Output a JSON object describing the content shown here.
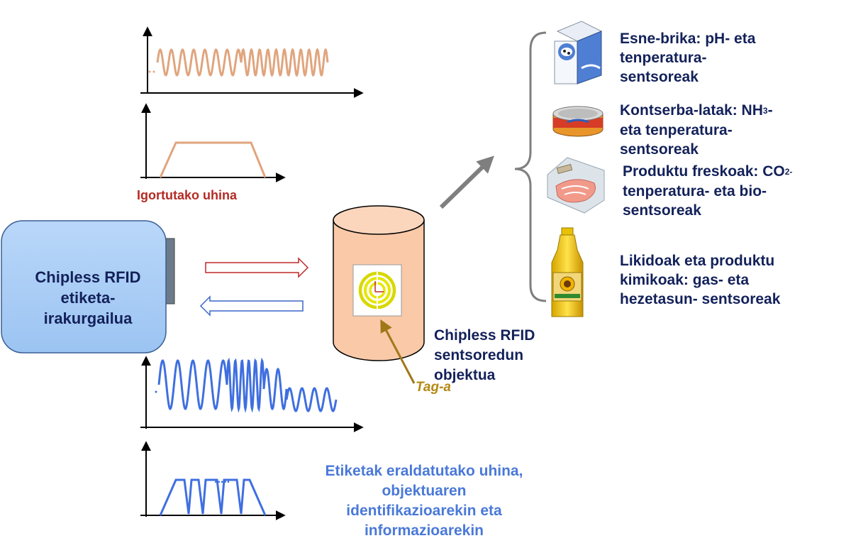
{
  "reader": {
    "lines": [
      "Chipless RFID",
      "etiketa-",
      "irakurgailua"
    ]
  },
  "emitted_wave_label": "Igortutako uhina",
  "object": {
    "lines": [
      "Chipless RFID",
      "sentsoredun",
      "objektua"
    ]
  },
  "tag_label": "Tag-a",
  "modulated_wave": {
    "lines": [
      "Etiketak eraldatutako uhina,",
      "objektuaren",
      "identifikazioarekin eta",
      "informazioarekin"
    ],
    "dots": "....."
  },
  "sensors": {
    "milk": {
      "l1": "Esne-brika: pH- eta",
      "l2": "tenperatura-",
      "l3": "sentsoreak",
      "icon": "milk-carton-icon"
    },
    "cans": {
      "l1a": "Kontserba-latak: NH",
      "l1sub": "3",
      "l1b": "-",
      "l2": "eta tenperatura-",
      "l3": "sentsoreak",
      "icon": "tin-can-icon"
    },
    "fresh": {
      "l1a": "Produktu freskoak: CO",
      "l1sub": "2-",
      "l2": "tenperatura- eta bio-",
      "l3": "sentsoreak",
      "icon": "fresh-meat-tray-icon"
    },
    "liquids": {
      "l1": "Likidoak eta produktu",
      "l2": "kimikoak: gas- eta",
      "l3": "hezetasun- sentsoreak",
      "icon": "oil-bottle-icon"
    }
  },
  "colors": {
    "reader_fill": "#a9cdf7",
    "emitted_wave": "#e0a57e",
    "modulated_wave": "#3f6fe0",
    "object_fill": "#f9c9a8",
    "tag_ring": "#e6e600",
    "tag_arrow": "#a07818",
    "big_arrow": "#7f7f7f",
    "emit_arrow": "#c0282a",
    "return_arrow": "#3b66c8"
  }
}
